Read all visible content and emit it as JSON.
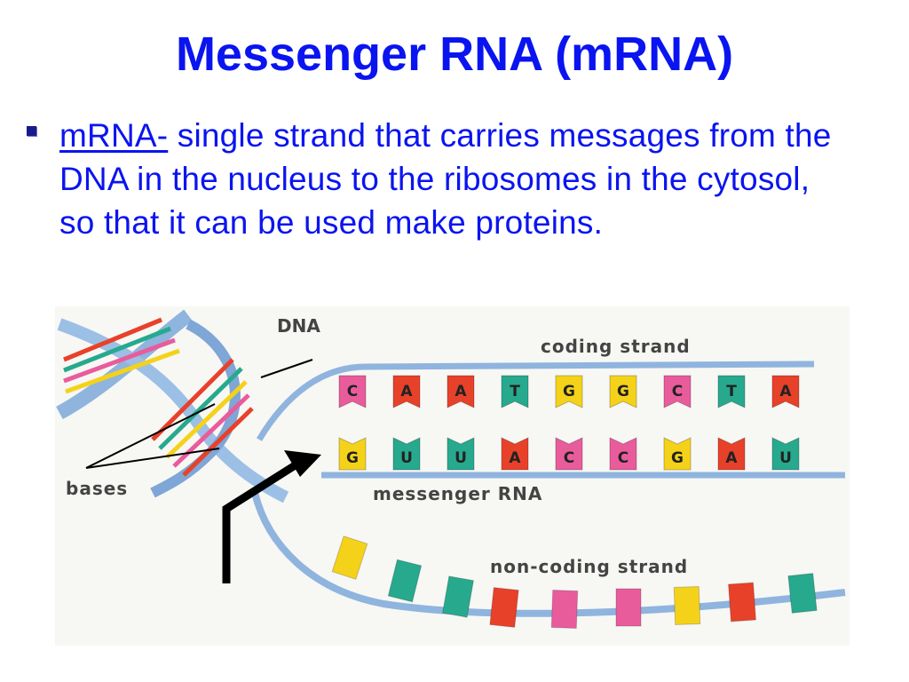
{
  "slide": {
    "title": "Messenger RNA (mRNA)",
    "bullet": {
      "term": "mRNA-",
      "text": " single strand that carries messages from the DNA in the nucleus to the ribosomes in the cytosol, so that it can be used make proteins."
    }
  },
  "diagram": {
    "labels": {
      "dna": "DNA",
      "coding_strand": "coding strand",
      "messenger_rna": "messenger RNA",
      "non_coding_strand": "non-coding strand",
      "bases": "bases"
    },
    "coding_bases": [
      "C",
      "A",
      "A",
      "T",
      "G",
      "G",
      "C",
      "T",
      "A"
    ],
    "mrna_bases": [
      "G",
      "U",
      "U",
      "A",
      "C",
      "C",
      "G",
      "A",
      "U"
    ],
    "base_colors": {
      "A": "#e8412a",
      "C": "#e95c9c",
      "G": "#f5d21a",
      "T": "#27a98e",
      "U": "#27a98e"
    },
    "colors": {
      "title": "#0a14f0",
      "strand": "#8fb4de",
      "arrow": "#000000"
    }
  }
}
